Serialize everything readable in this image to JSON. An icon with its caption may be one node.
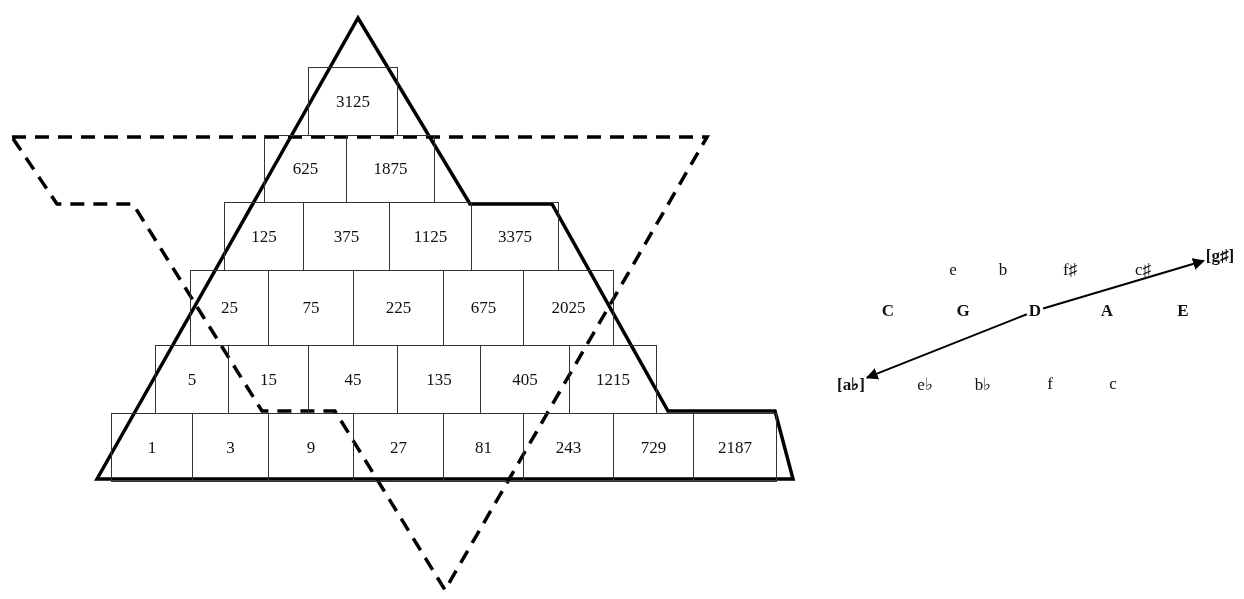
{
  "diagram": {
    "nodes": [
      {
        "text": [
          "3125"
        ]
      },
      {
        "text": [
          "625"
        ]
      },
      {
        "text": [
          "1875"
        ]
      },
      {
        "text": [
          "125"
        ]
      },
      {
        "text": [
          "375"
        ]
      },
      {
        "text": [
          "1125"
        ]
      },
      {
        "text": [
          "3375"
        ]
      },
      {
        "text": [
          "25"
        ]
      },
      {
        "text": [
          "75"
        ]
      },
      {
        "text": [
          "225"
        ]
      },
      {
        "text": [
          "675"
        ]
      },
      {
        "text": [
          "2025"
        ]
      },
      {
        "text": [
          "5"
        ]
      },
      {
        "text": [
          "15"
        ]
      },
      {
        "text": [
          "45"
        ]
      },
      {
        "text": [
          "135"
        ]
      },
      {
        "text": [
          "405"
        ]
      },
      {
        "text": [
          "1215"
        ]
      },
      {
        "text": [
          "1"
        ]
      },
      {
        "text": [
          "3"
        ]
      },
      {
        "text": [
          "9"
        ]
      },
      {
        "text": [
          "27"
        ]
      },
      {
        "text": [
          "81"
        ]
      },
      {
        "text": [
          "243"
        ]
      },
      {
        "text": [
          "729"
        ]
      },
      {
        "text": [
          "2187"
        ]
      },
      {
        "text": [
          "[g♯]"
        ]
      },
      {
        "text": [
          "D"
        ]
      },
      {
        "text": [
          "[a♭]"
        ]
      }
    ],
    "edges": [
      {
        "from": 27,
        "to": 26,
        "arrow": "to"
      },
      {
        "from": 27,
        "to": 28,
        "arrow": "to"
      }
    ],
    "labels": [
      "e",
      "b",
      "f♯",
      "c♯",
      "C",
      "G",
      "A",
      "E",
      "e♭",
      "b♭",
      "f",
      "c"
    ]
  }
}
